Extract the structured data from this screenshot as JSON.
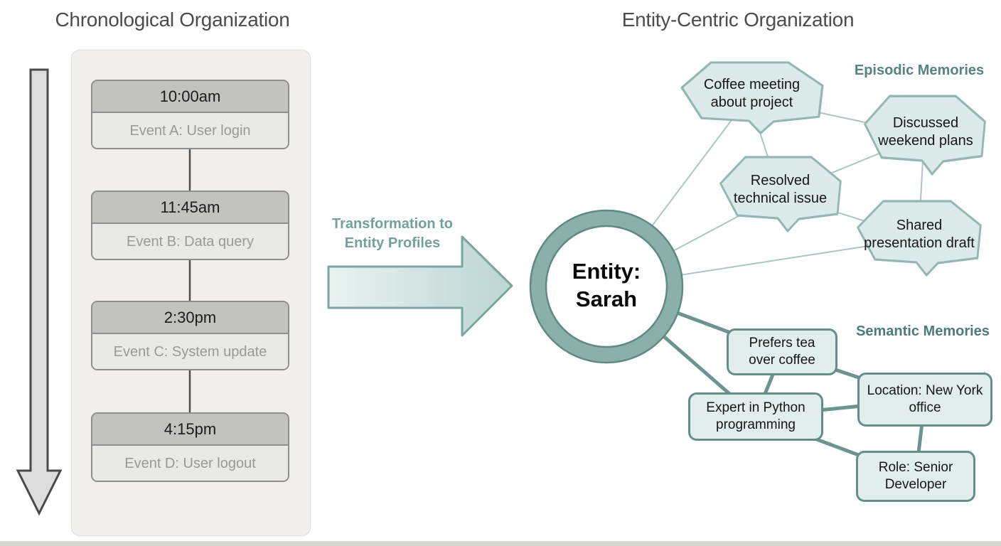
{
  "left": {
    "title": "Chronological Organization",
    "events": [
      {
        "time": "10:00am",
        "label": "Event A: User login"
      },
      {
        "time": "11:45am",
        "label": "Event B: Data query"
      },
      {
        "time": "2:30pm",
        "label": "Event C: System update"
      },
      {
        "time": "4:15pm",
        "label": "Event D: User logout"
      }
    ]
  },
  "transform": {
    "label_line1": "Transformation to",
    "label_line2": "Entity Profiles"
  },
  "right": {
    "title": "Entity-Centric Organization",
    "entity": {
      "line1": "Entity:",
      "line2": "Sarah"
    },
    "episodic": {
      "label": "Episodic Memories",
      "nodes": [
        {
          "text": "Coffee meeting about project"
        },
        {
          "text": "Discussed weekend plans"
        },
        {
          "text": "Resolved technical issue"
        },
        {
          "text": "Shared presentation draft"
        }
      ]
    },
    "semantic": {
      "label": "Semantic Memories",
      "nodes": [
        {
          "text": "Prefers tea over coffee"
        },
        {
          "text": "Expert in Python programming"
        },
        {
          "text": "Location: New York office"
        },
        {
          "text": "Role: Senior Developer"
        }
      ]
    }
  },
  "colors": {
    "episodic_fill": "#dcebe9",
    "episodic_border": "#95b7b4",
    "semantic_fill": "#e1eeec",
    "semantic_border": "#648e8a",
    "entity_ring": "#8bb0ac",
    "entity_ring_edge": "#5f8985",
    "thin_edge": "#a9c6c3",
    "thick_edge": "#6b9490",
    "teal_text": "#74a09c",
    "title_text": "#4c4c4c",
    "card_header": "#c2c2c1",
    "card_body": "#e9e9e8",
    "card_border": "#8e8e8e",
    "panel_bg": "#f0efee",
    "arrow_gray": "#dddddd"
  }
}
